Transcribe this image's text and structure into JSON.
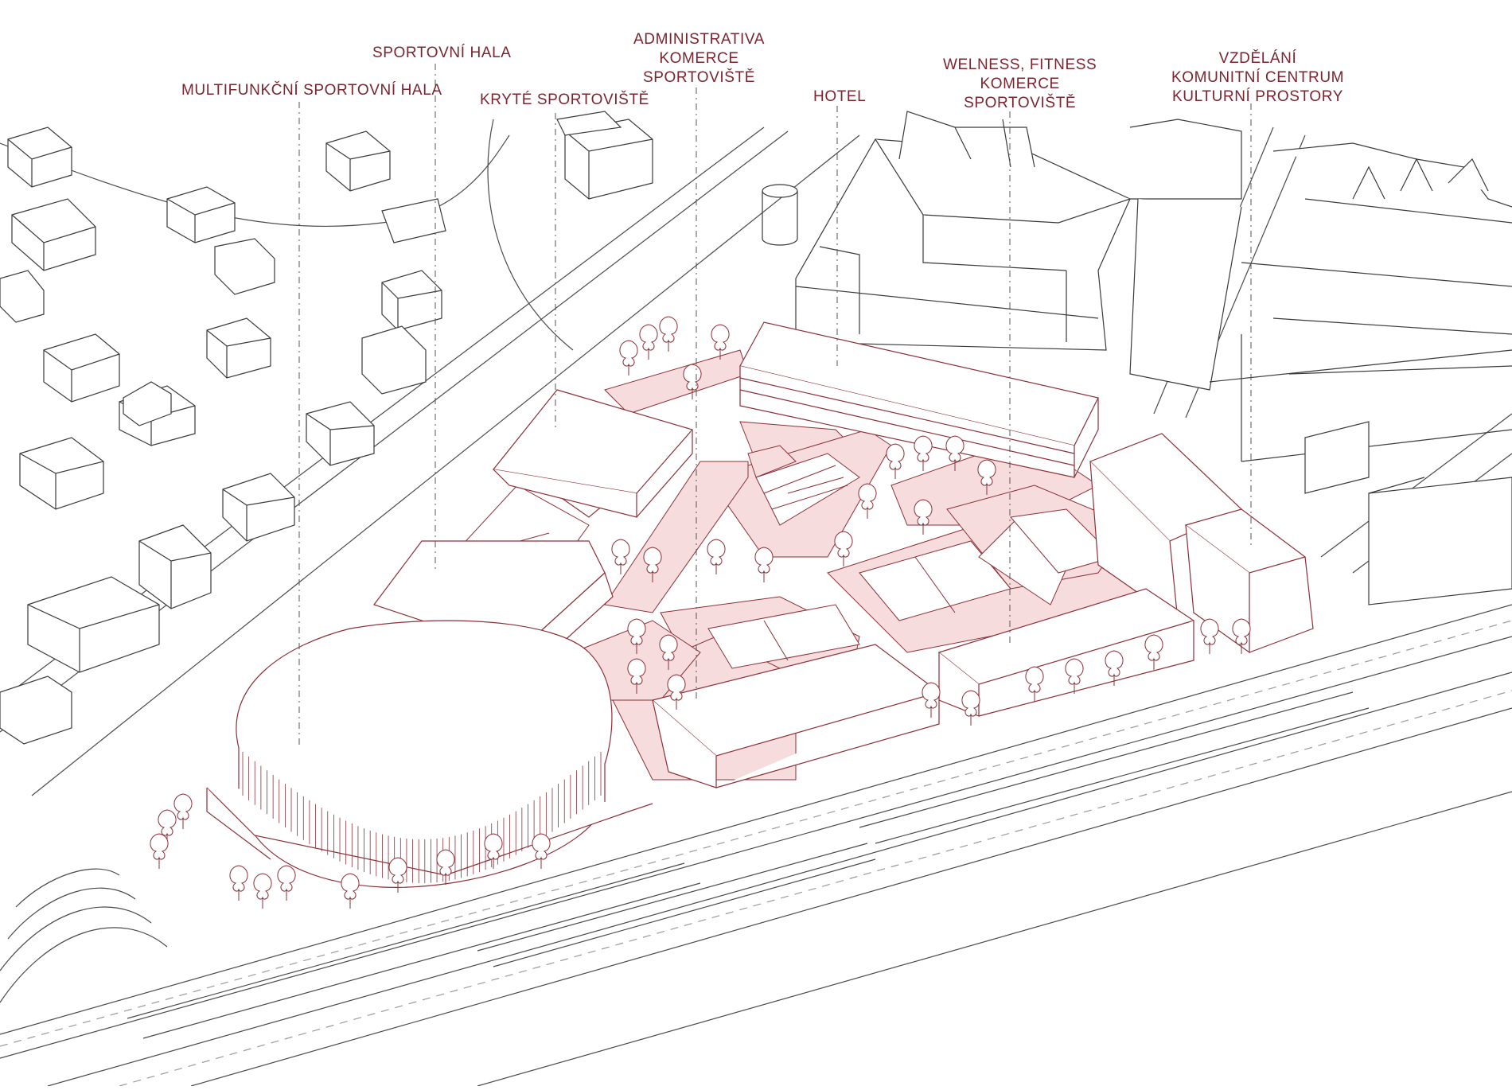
{
  "labels": [
    {
      "id": "multifunkcni",
      "lines": [
        "MULTIFUNKČNÍ SPORTOVNÍ HALA"
      ]
    },
    {
      "id": "sportovni-hala",
      "lines": [
        "SPORTOVNÍ HALA"
      ]
    },
    {
      "id": "kryte",
      "lines": [
        "KRYTÉ SPORTOVIŠTĚ"
      ]
    },
    {
      "id": "administrativa",
      "lines": [
        "ADMINISTRATIVA",
        "KOMERCE",
        "SPORTOVIŠTĚ"
      ]
    },
    {
      "id": "hotel",
      "lines": [
        "HOTEL"
      ]
    },
    {
      "id": "wellness",
      "lines": [
        "WELNESS, FITNESS",
        "KOMERCE",
        "SPORTOVIŠTĚ"
      ]
    },
    {
      "id": "vzdelani",
      "lines": [
        "VZDĚLÁNÍ",
        "KOMUNITNÍ CENTRUM",
        "KULTURNÍ PROSTORY"
      ]
    }
  ],
  "colors": {
    "accent": "#7a2530",
    "building_stroke": "#8c3038",
    "site_fill": "#f6dcdc",
    "context_stroke": "#3a3a3a",
    "background": "#ffffff"
  }
}
